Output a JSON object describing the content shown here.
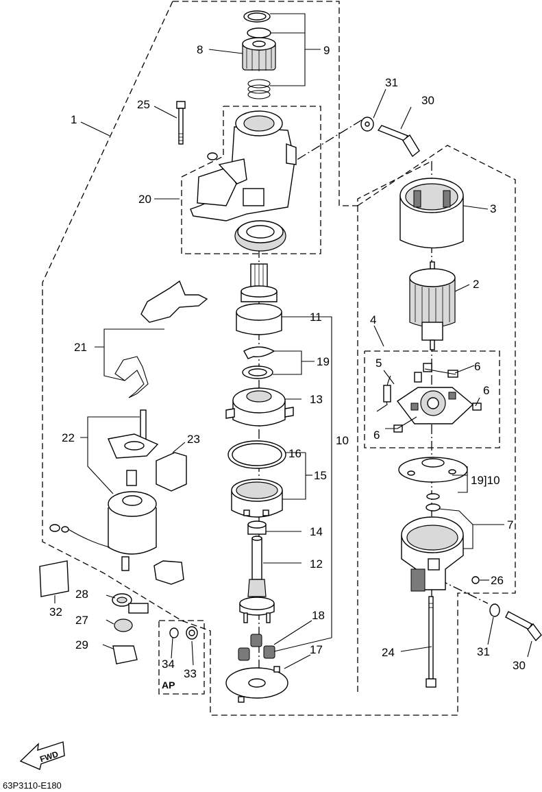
{
  "callouts": [
    {
      "id": "c1",
      "label": "1"
    },
    {
      "id": "c2",
      "label": "2"
    },
    {
      "id": "c3",
      "label": "3"
    },
    {
      "id": "c4",
      "label": "4"
    },
    {
      "id": "c5",
      "label": "5"
    },
    {
      "id": "c6a",
      "label": "6"
    },
    {
      "id": "c6b",
      "label": "6"
    },
    {
      "id": "c6c",
      "label": "6"
    },
    {
      "id": "c6d",
      "label": "6"
    },
    {
      "id": "c7",
      "label": "7"
    },
    {
      "id": "c8",
      "label": "8"
    },
    {
      "id": "c9",
      "label": "9"
    },
    {
      "id": "c10a",
      "label": "10"
    },
    {
      "id": "c11",
      "label": "11"
    },
    {
      "id": "c12",
      "label": "12"
    },
    {
      "id": "c13",
      "label": "13"
    },
    {
      "id": "c14",
      "label": "14"
    },
    {
      "id": "c15",
      "label": "15"
    },
    {
      "id": "c16",
      "label": "16"
    },
    {
      "id": "c17",
      "label": "17"
    },
    {
      "id": "c18",
      "label": "18"
    },
    {
      "id": "c19a",
      "label": "19"
    },
    {
      "id": "c19b",
      "label": "19]10"
    },
    {
      "id": "c20",
      "label": "20"
    },
    {
      "id": "c21",
      "label": "21"
    },
    {
      "id": "c22",
      "label": "22"
    },
    {
      "id": "c23",
      "label": "23"
    },
    {
      "id": "c24",
      "label": "24"
    },
    {
      "id": "c25",
      "label": "25"
    },
    {
      "id": "c26",
      "label": "26"
    },
    {
      "id": "c27",
      "label": "27"
    },
    {
      "id": "c28",
      "label": "28"
    },
    {
      "id": "c29",
      "label": "29"
    },
    {
      "id": "c30a",
      "label": "30"
    },
    {
      "id": "c30b",
      "label": "30"
    },
    {
      "id": "c31a",
      "label": "31"
    },
    {
      "id": "c31b",
      "label": "31"
    },
    {
      "id": "c32",
      "label": "32"
    },
    {
      "id": "c33",
      "label": "33"
    },
    {
      "id": "c34",
      "label": "34"
    }
  ],
  "ap_label": "AP",
  "fwd_label": "FWD",
  "figure_code": "63P3110-E180"
}
